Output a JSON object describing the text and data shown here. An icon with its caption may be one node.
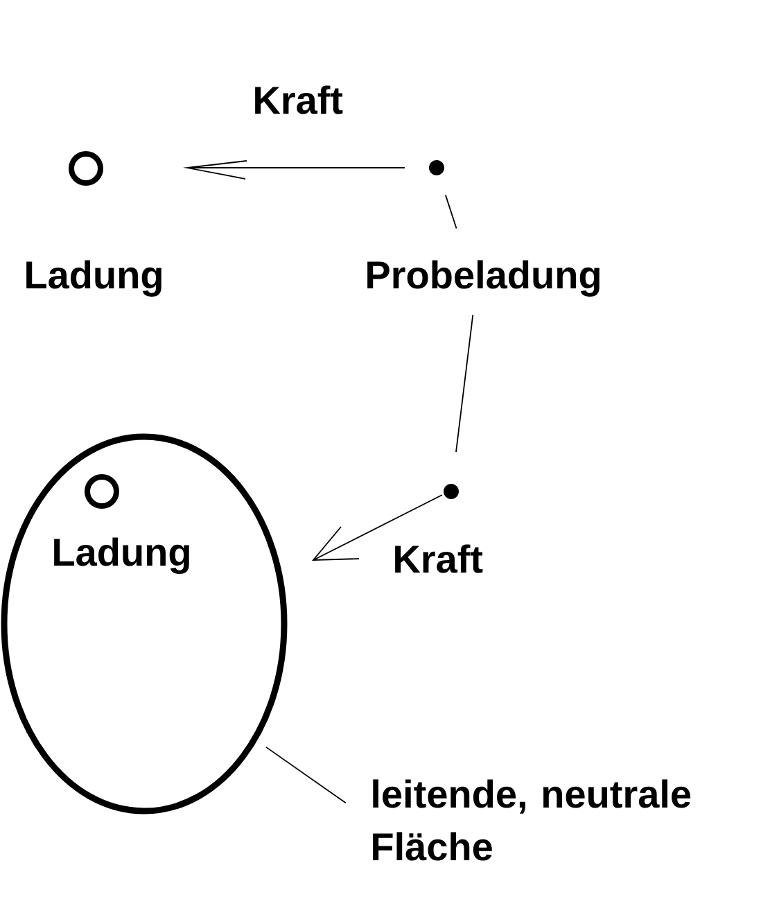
{
  "diagram": {
    "nodes": [
      {
        "text": [],
        "shape": "circle"
      },
      {
        "text": [
          "Probeladung"
        ]
      },
      {
        "text": [],
        "shape": "ellipse"
      },
      {
        "text": [],
        "shape": "circle"
      },
      {
        "text": [
          "leitende, neutrale Fläche"
        ]
      }
    ],
    "edges": [
      {
        "from": 1,
        "to": 0,
        "arrow": "none"
      },
      {
        "from": 1,
        "to": 3,
        "arrow": "none"
      },
      {
        "from": 4,
        "to": 2,
        "arrow": "none"
      }
    ],
    "labels": [
      "Kraft",
      "Ladung",
      "Ladung",
      "Kraft"
    ]
  }
}
